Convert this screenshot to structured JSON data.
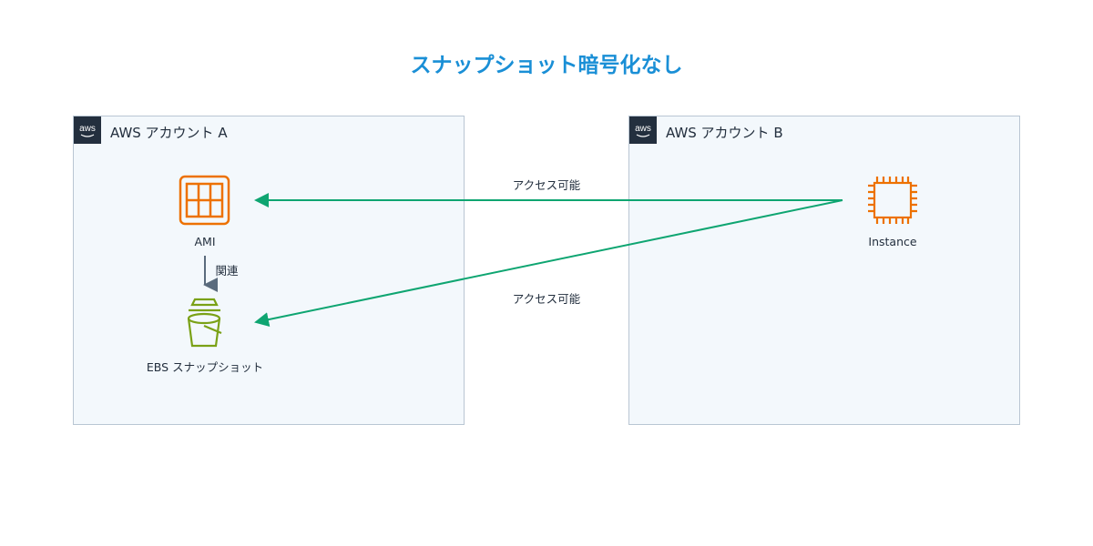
{
  "title": "スナップショット暗号化なし",
  "account_a": {
    "label": "AWS アカウント A",
    "ami": "AMI",
    "relation": "関連",
    "snapshot": "EBS スナップショット"
  },
  "account_b": {
    "label": "AWS アカウント B",
    "instance": "Instance"
  },
  "edges": {
    "to_ami": "アクセス可能",
    "to_snapshot": "アクセス可能"
  },
  "colors": {
    "title": "#1a8fd6",
    "arrow": "#0ea571",
    "orange": "#ed7100",
    "green": "#7aa116"
  }
}
